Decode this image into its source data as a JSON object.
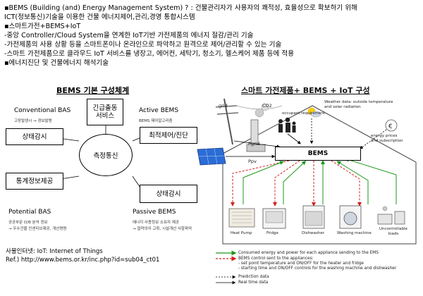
{
  "bullets": [
    {
      "text": "▪BEMS (Building (and) Energy Management System) ? : 건물관리자가 사용자의 쾌적성, 효율성으로 확보하기 위해",
      "bold": false
    },
    {
      "text": "  ICT(정보통신)기술을 이용한 건물 에너지제어,관리,경영 통합시스템",
      "bold": false
    },
    {
      "text": "▪스마트가전+BEMS+IoT",
      "bold": false
    },
    {
      "text": " -중앙 Controller/Cloud System을 연계한 IoT기반 가전제품의 에너지 절감/관리 기술",
      "bold": false
    },
    {
      "text": "-가전제품의 사용 상황 등을 스마트폰이나 온라인으로 파악하고 원격으로 제어/관리할 수 있는 기술",
      "bold": false
    },
    {
      "text": "-스마트 가전제품으로 클라우드 IoT 서비스를 냉장고, 에어컨, 세탁기, 청소기, 헬스케어 제품 등에 적용",
      "bold": false
    },
    {
      "text": "▪에너지진단 및 건물에너지 해석기술",
      "bold": false
    }
  ],
  "left": {
    "title": "BEMS 기본 구성체계",
    "conventional": {
      "label": "Conventional BAS",
      "sub": "고장발생시 → 경보발령"
    },
    "emergency": "긴급출동\n서비스",
    "active": {
      "label": "Active BEMS",
      "sub": "BEMS 제어알고리즘"
    },
    "state_monitor": "상태감시",
    "optimal_control": "최적제어/진단",
    "center": "측정통신",
    "stats": "통계정보제공",
    "state_monitor2": "상태감시",
    "potential": {
      "label": "Potential BAS",
      "sub1": "공공부문 D/B 분석 정보",
      "sub2": "→ 우수건물 인센티브제공, 개선명령"
    },
    "passive": {
      "label": "Passive BEMS",
      "sub1": "에너지 사용정보 소유자 제공",
      "sub2": "→ 절약의식 고취, 시설개선 사항파악"
    }
  },
  "footer": {
    "line1": "사물인터넷: IoT: Internet of Things",
    "line2": "Ref.) http://www.bems.or.kr/inc.php?id=sub04_ct01"
  },
  "right": {
    "title": "스마트 가전제품+ BEMS + IoT 구성",
    "grid": "grid",
    "co2": "CO2",
    "pgrid": "Pgrid",
    "ppv": "Ppv",
    "weather": "Weather data: outside temperature\nand solar radiation",
    "occupant": "occupant requirement",
    "energy_prices": "energy prices\nand subscription",
    "bems": "BEMS",
    "appliances": [
      "Heat Pump",
      "Fridge",
      "Dishwasher",
      "Washing machine",
      "Uncontrollable\nloads"
    ],
    "legend": [
      {
        "text": "Consumed energy and power for each appliance sending to the EMS",
        "color": "#1a9a1a",
        "style": "solid"
      },
      {
        "text": "BEMS control sent to the appliances:\n- set point temperature and ON/OFF for the heater and fridge\n- starting time and ON/OFF controls for the washing machine and dishwasher",
        "color": "#d42020",
        "style": "dashed"
      },
      {
        "text": "Prediction data",
        "color": "#000000",
        "style": "dashed"
      },
      {
        "text": "Real time data",
        "color": "#000000",
        "style": "solid"
      }
    ]
  }
}
